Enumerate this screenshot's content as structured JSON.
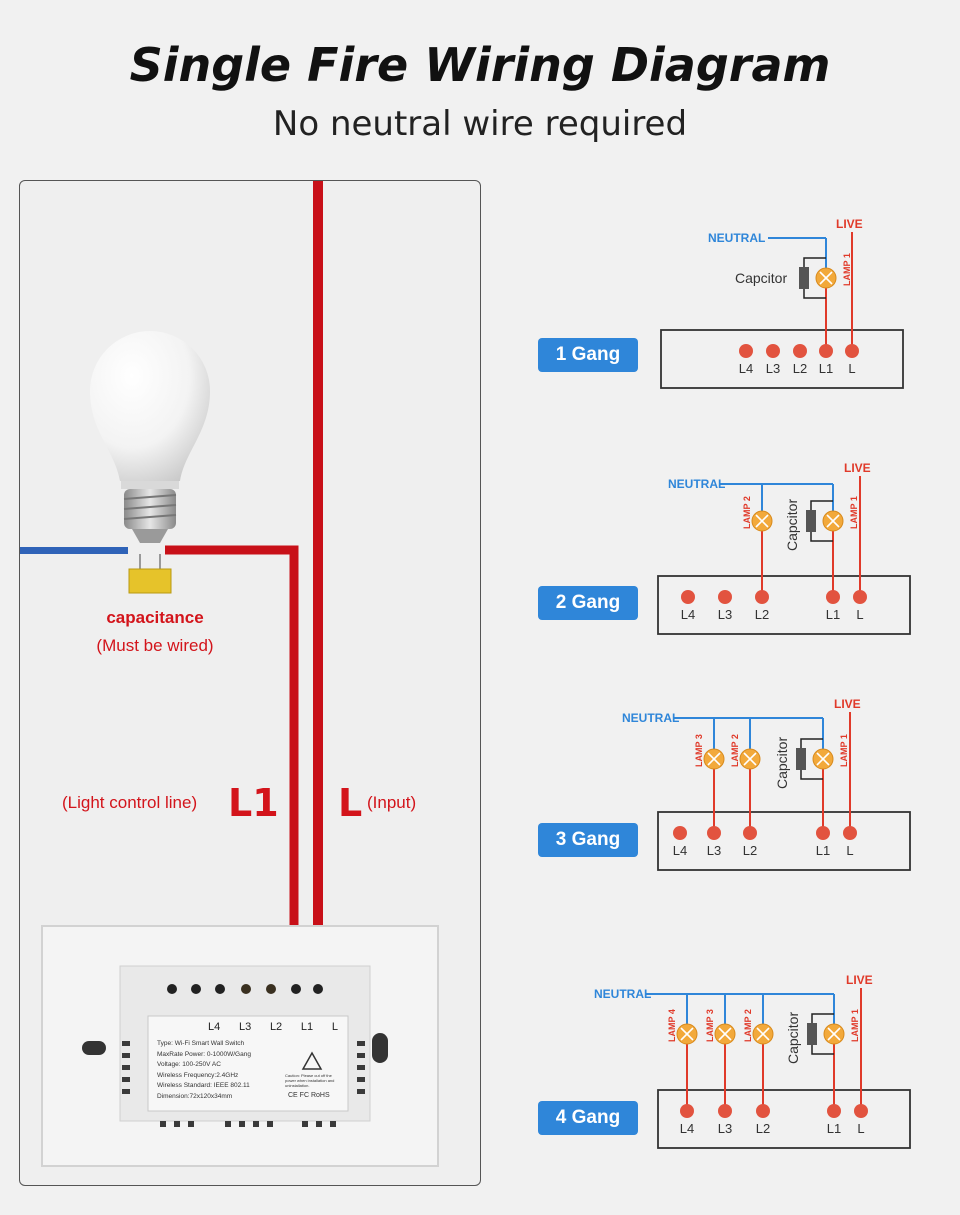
{
  "header": {
    "title": "Single Fire Wiring Diagram",
    "subtitle": "No neutral wire required"
  },
  "left_panel": {
    "capacitance_title": "capacitance",
    "capacitance_note": "(Must be wired)",
    "l1_desc": "(Light control line)",
    "l1_label": "L1",
    "l_label": "L",
    "l_desc": "(Input)",
    "switch_terminals": [
      "L4",
      "L3",
      "L2",
      "L1",
      "L"
    ],
    "spec_label": {
      "type": "Type: Wi-Fi Smart Wall Switch",
      "power": "MaxRate Power: 0-1000W/Gang",
      "voltage": "Voltage: 100-250V AC",
      "frequency": "Wireless Frequency:2.4GHz",
      "standard": "Wireless Standard: IEEE 802.11",
      "dimension": "Dimension:72x120x34mm",
      "caution": "Caution: Please cut off the power when installation and uninstallation.",
      "marks": "CE FC RoHS"
    }
  },
  "diagram_labels": {
    "neutral": "NEUTRAL",
    "live": "LIVE",
    "capacitor": "Capcitor",
    "lamps": [
      "LAMP 1",
      "LAMP 2",
      "LAMP 3",
      "LAMP 4"
    ]
  },
  "gangs": [
    {
      "label": "1 Gang",
      "terminals": [
        "L4",
        "L3",
        "L2",
        "L1",
        "L"
      ]
    },
    {
      "label": "2 Gang",
      "terminals": [
        "L4",
        "L3",
        "L2",
        "L1",
        "L"
      ]
    },
    {
      "label": "3 Gang",
      "terminals": [
        "L4",
        "L3",
        "L2",
        "L1",
        "L"
      ]
    },
    {
      "label": "4 Gang",
      "terminals": [
        "L4",
        "L3",
        "L2",
        "L1",
        "L"
      ]
    }
  ],
  "colors": {
    "red_wire": "#cc1016",
    "blue_wire": "#2f63b8",
    "neutral_text": "#2f86d9",
    "live_text": "#e03a2a",
    "button": "#2f86d9",
    "lamp": "#f2a93b"
  }
}
